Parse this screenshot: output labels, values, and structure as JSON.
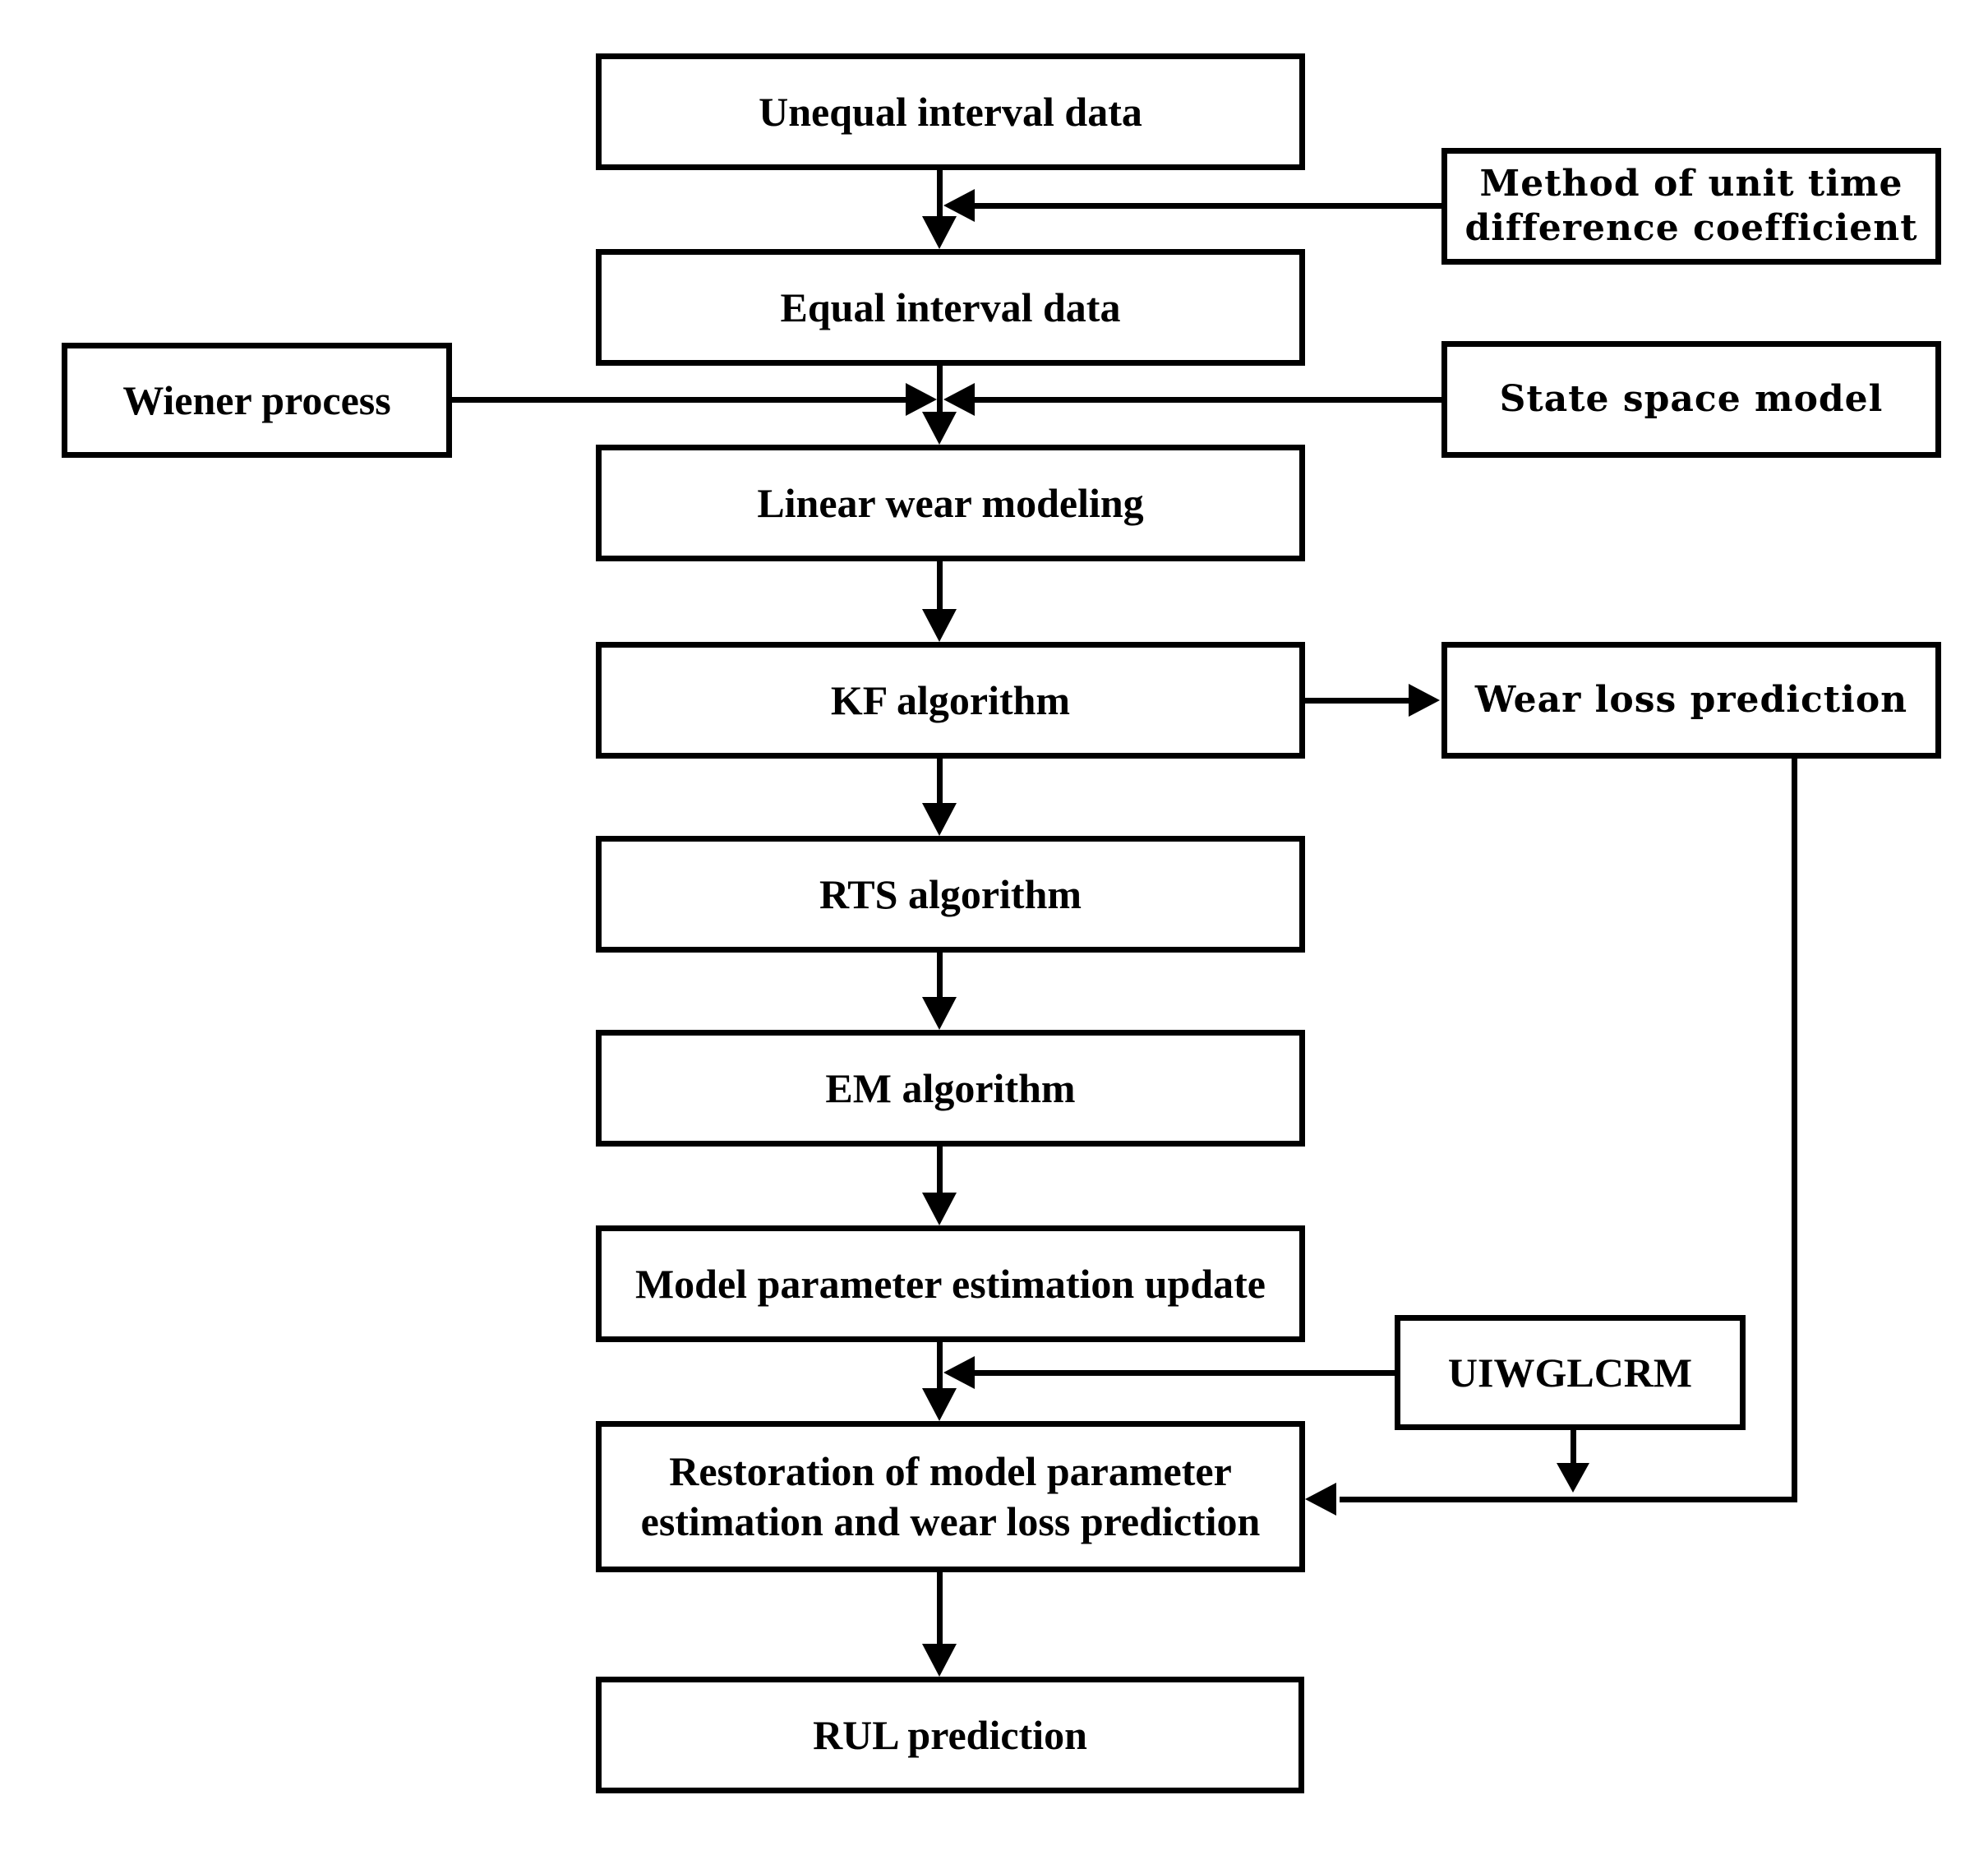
{
  "diagram": {
    "type": "flowchart",
    "colors": {
      "stroke": "#000000",
      "node_fill": "#ffffff",
      "background": "#ffffff",
      "text": "#000000"
    },
    "nodes": {
      "unequal": {
        "label": "Unequal interval data"
      },
      "method": {
        "label": "Method of unit time difference coefficient"
      },
      "equal": {
        "label": "Equal interval data"
      },
      "wiener": {
        "label": "Wiener process"
      },
      "state": {
        "label": "State space model"
      },
      "linear": {
        "label": "Linear wear modeling"
      },
      "kf": {
        "label": "KF algorithm"
      },
      "wear": {
        "label": "Wear loss prediction"
      },
      "rts": {
        "label": "RTS algorithm"
      },
      "em": {
        "label": "EM algorithm"
      },
      "model": {
        "label": "Model parameter estimation update"
      },
      "uiwglcrm": {
        "label": "UIWGLCRM"
      },
      "restoration": {
        "label": "Restoration of model parameter estimation and wear loss prediction"
      },
      "rul": {
        "label": "RUL prediction"
      }
    },
    "edges": [
      {
        "from": "unequal",
        "to": "equal",
        "note": "vertical arrow"
      },
      {
        "from": "method",
        "to": "unequal-equal-arrow",
        "note": "joins arrow between Unequal and Equal interval data"
      },
      {
        "from": "equal",
        "to": "linear",
        "note": "vertical arrow"
      },
      {
        "from": "wiener",
        "to": "equal-linear-arrow",
        "note": "joins arrow between Equal interval data and Linear wear modeling"
      },
      {
        "from": "state",
        "to": "equal-linear-arrow",
        "note": "joins arrow between Equal interval data and Linear wear modeling"
      },
      {
        "from": "linear",
        "to": "kf"
      },
      {
        "from": "kf",
        "to": "wear",
        "note": "horizontal arrow"
      },
      {
        "from": "kf",
        "to": "rts"
      },
      {
        "from": "rts",
        "to": "em"
      },
      {
        "from": "em",
        "to": "model"
      },
      {
        "from": "model",
        "to": "restoration"
      },
      {
        "from": "uiwglcrm",
        "to": "model-restoration-arrow",
        "note": "joins arrow between Model parameter estimation update and Restoration"
      },
      {
        "from": "uiwglcrm",
        "to": "wear-restoration-line",
        "note": "short downward arrow into elbow line"
      },
      {
        "from": "wear",
        "to": "restoration",
        "note": "down then left elbow arrow"
      },
      {
        "from": "restoration",
        "to": "rul"
      }
    ]
  }
}
